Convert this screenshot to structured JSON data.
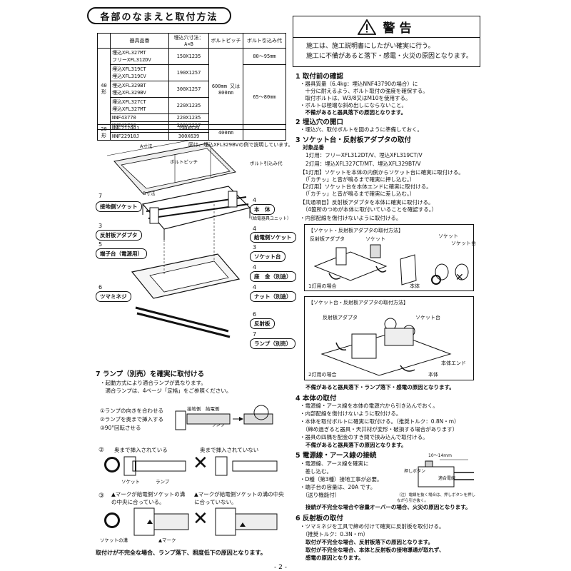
{
  "title": "各部のなまえと取付方法",
  "warning": {
    "heading": "警告",
    "line1": "施工は、施工説明書にしたがい確実に行う。",
    "line2": "施工に不備があると落下・感電・火災の原因となります。"
  },
  "spec_table": {
    "headers": [
      "器具品番",
      "埋込穴寸法：A×B",
      "ボルトピッチ",
      "ボルト引込み代"
    ],
    "group_40": "40形",
    "group_20": "20形",
    "rows": [
      {
        "model": "埋込XFL327MT",
        "size": "150X1235"
      },
      {
        "model": "フリーXFL312DV",
        "size": ""
      },
      {
        "model": "埋込XFL319CT",
        "size": "190X1257"
      },
      {
        "model": "埋込XFL319CV",
        "size": ""
      },
      {
        "model": "埋込XFL329BT",
        "size": "300X1257"
      },
      {
        "model": "埋込XFL329BV",
        "size": ""
      },
      {
        "model": "埋込XFL327CT",
        "size": "220X1235"
      },
      {
        "model": "埋込XFL327MT",
        "size": ""
      },
      {
        "model": "NNF43770",
        "size": "220X1235"
      },
      {
        "model": "NNF43790",
        "size": "300X1257"
      },
      {
        "model": "NNF21700J",
        "size": "190X639"
      },
      {
        "model": "NNF22910J",
        "size": "300X639"
      }
    ],
    "pitch_40": "600mm 又は 800mm",
    "pitch_20": "400mm",
    "draw_1": "80～95mm",
    "draw_2": "65～80mm"
  },
  "diagram_top": {
    "note": "図は、埋込XFL329BVの例で説明しています。",
    "a_dim": "A寸法",
    "b_dim": "B寸法",
    "bolt_pitch": "ボルトピッチ",
    "bolt_draw": "ボルト引込み代"
  },
  "parts": {
    "p7a_num": "7",
    "p7a": "接地側ソケット",
    "p3_num": "3",
    "p3": "反射板アダプタ",
    "p5_num": "5",
    "p5": "端子台（電源用）",
    "p6_num": "6",
    "p6": "ツマミネジ",
    "p4a_num": "4",
    "p4a": "本　体",
    "p4a_sub": "（給電器具ユニット）",
    "p4b_num": "4",
    "p4b": "給電側ソケット",
    "p3b_num": "3",
    "p3b": "ソケット台",
    "p4c_num": "4",
    "p4c": "座　金（別途）",
    "p4d_num": "4",
    "p4d": "ナット（別途）",
    "p6b_num": "6",
    "p6b": "反射板",
    "p7b_num": "7",
    "p7b": "ランプ（別売）"
  },
  "step7": {
    "title": "7 ランプ（別売）を確実に取付ける",
    "l1": "・起動方式により適合ランプが異なります。",
    "l2": "　適合ランプは、4ページ「定格」をご参照ください。",
    "i1": "①ランプの向きを合わせる",
    "i2": "②ランプを奥まで挿入する",
    "i3": "③90°回転させる",
    "lamp": "ランプ",
    "socket_label": "接地側　給電側",
    "circ2": "②",
    "ok2": "奥まで挿入されている",
    "ng2": "奥まで挿入されていない",
    "socket": "ソケット",
    "lamp2": "ランプ",
    "circ3": "③",
    "ok3": "▲マークが給電側ソケットの溝の中央に合っている。",
    "ng3": "▲マークが給電側ソケットの溝の中央に合っていない。",
    "socket_groove": "ソケットの溝",
    "mark": "▲マーク",
    "warn": "取付けが不完全な場合、ランプ落下、照度低下の原因となります。"
  },
  "step1": {
    "title": "1 取付前の確認",
    "l1": "・器具質量（6.4kg：埋込NNF43790の場合）に",
    "l2": "　十分に耐えるよう、ボルト取付の強度を確保する。",
    "l3": "　取付ボルトは、W3/8又はM10を使用する。",
    "l4": "・ボルトは極端な斜め出しにならないこと。",
    "warn": "　不備があると器具落下の原因となります。"
  },
  "step2": {
    "title": "2 埋込穴の開口",
    "l1": "・埋込穴、取付ボルトを図のように準備しておく。"
  },
  "step3": {
    "title": "3 ソケット台・反射板アダプタの取付",
    "l1": "対象品番",
    "l2": "1灯用：フリーXFL312DT/V、埋込XFL319CT/V",
    "l3": "2灯用：埋込XFL327CT/MT、埋込XFL329BT/V",
    "l4": "【1灯用】ソケットを本体の内側からソケット台に確実に取付ける。",
    "l5": "　（「カチッ」と音が鳴るまで確実に押し込む。）",
    "l6": "【2灯用】ソケット台を本体エンドに確実に取付ける。",
    "l7": "　（「カチッ」と音が鳴るまで確実に差し込む。）",
    "l8": "【共通項目】反射板アダプタを本体に確実に取付ける。",
    "l9": "　（4箇所のつめが本体に取付いていることを確認する。）",
    "l10": "・内部配線を傷付けないように取付ける。",
    "box1_title": "【ソケット・反射板アダプタの取付方法】",
    "box1_adapter": "反射板アダプタ",
    "box1_socket": "ソケット",
    "box1_socket2": "ソケット",
    "box1_base": "ソケット台",
    "box1_body": "本体",
    "box1_case": "1灯用の場合",
    "box2_title": "【ソケット台・反射板アダプタの取付方法】",
    "box2_adapter": "反射板アダプタ",
    "box2_base": "ソケット台",
    "box2_end": "本体エンド",
    "box2_body": "本体",
    "box2_case": "2灯用の場合",
    "warn": "不備があると器具落下・ランプ落下・感電の原因となります。"
  },
  "step4": {
    "title": "4 本体の取付",
    "l1": "・電源線・アース線を本体の電源穴から引き込んでおく。",
    "l2": "・内部配線を傷付けないように取付ける。",
    "l3": "・本体を取付ボルトに確実に取付ける。（推奨トルク：0.8N・m）",
    "l4": "　（締め過ぎると器具・天井材が変形・破損する場合があります）",
    "l5": "・器具の四隅を配金のすき間で挟み込んで取付ける。",
    "warn": "不備があると器具落下の原因となります。"
  },
  "step5": {
    "title": "5 電源線・アース線の接続",
    "l1": "・電源線、アース線を確実に",
    "l2": "　差し込む。",
    "l3": "・D種（第3種）接地工事が必要。",
    "l4": "・端子台の容量は、20A です。",
    "l5": "　（送り機能付）",
    "strip": "10～14mm",
    "push": "押しボタン",
    "wire": "適合電線",
    "note": "（注）電線を抜く場合は、押しボタンを押しながら引き抜く。",
    "warn": "接続が不完全な場合や容量オーバーの場合、火災の原因となります。"
  },
  "step6": {
    "title": "6 反射板の取付",
    "l1": "・ツマミネジを工具で締め付けて確実に反射板を取付ける。",
    "l2": "　（推奨トルク：0.3N・m）",
    "warn1": "取付が不完全な場合、反射板落下の原因となります。",
    "warn2": "取付が不完全な場合、本体と反射板の接地導通が取れず、",
    "warn3": "感電の原因となります。"
  },
  "page_number": "- 2 -"
}
